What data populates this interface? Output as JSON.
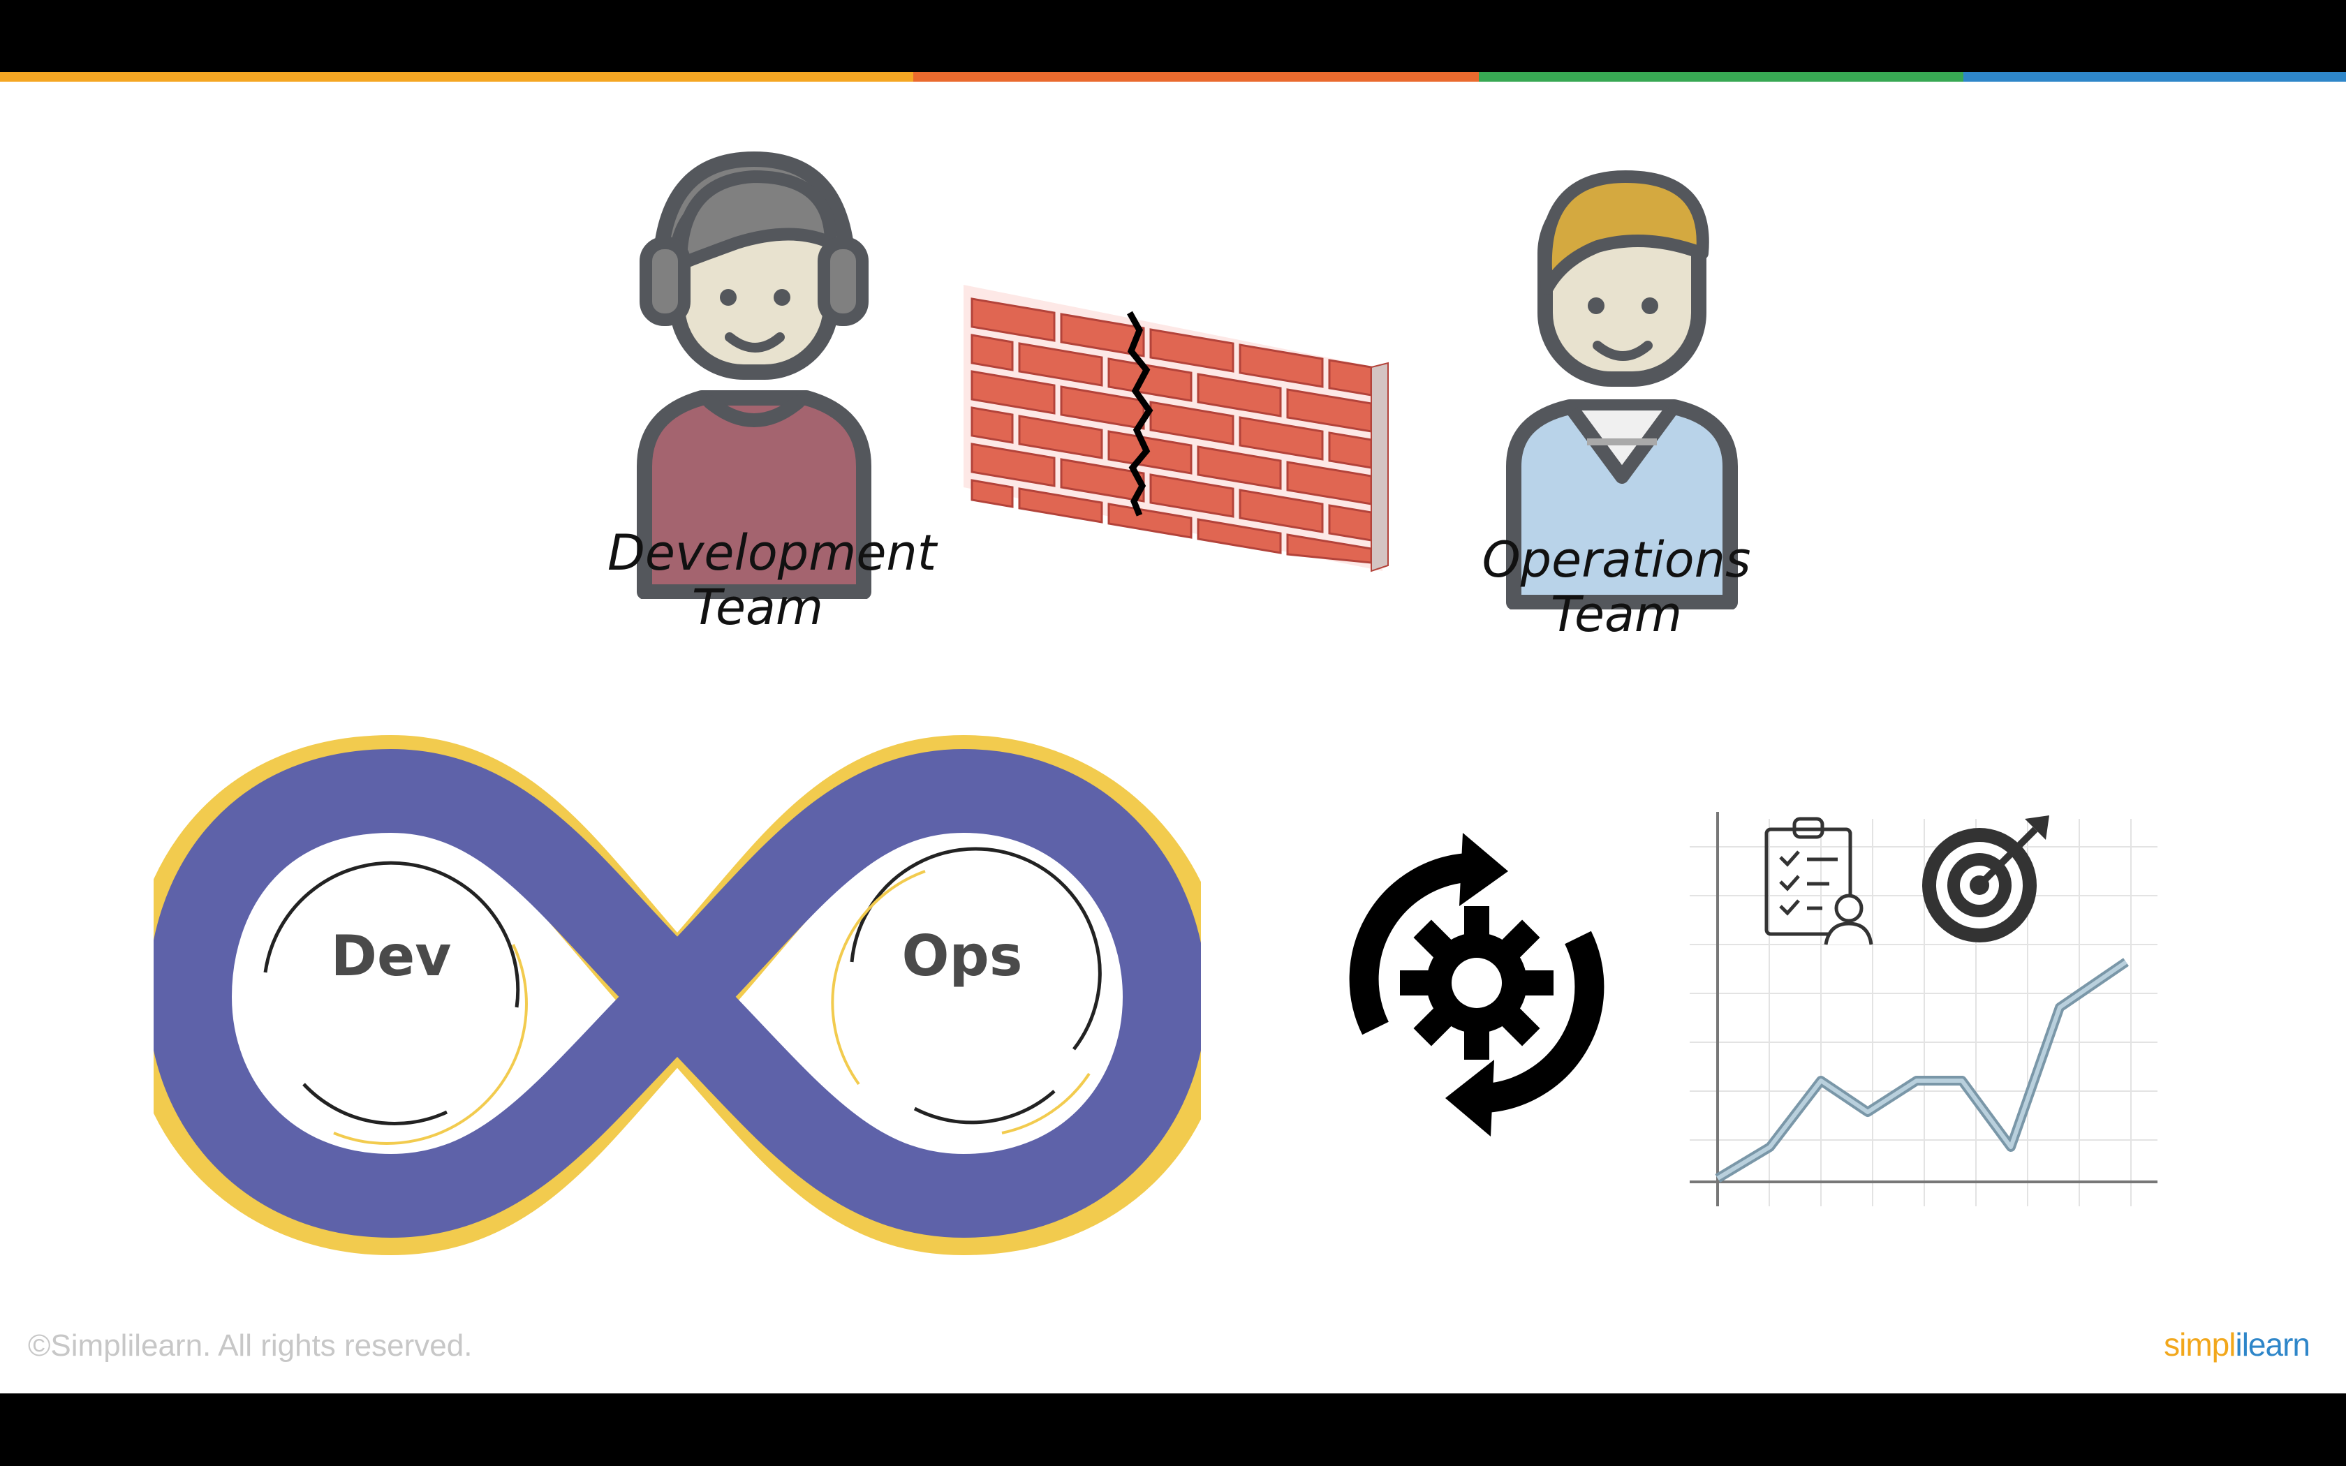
{
  "top_stripe_colors": [
    "#f5a623",
    "#ea6a2e",
    "#38a853",
    "#2e86c9"
  ],
  "teams": {
    "development_label_line1": "Development",
    "development_label_line2": "Team",
    "operations_label_line1": "Operations",
    "operations_label_line2": "Team"
  },
  "infinity": {
    "left_label": "Dev",
    "right_label": "Ops",
    "band_color": "#5e62a9",
    "accent_color": "#f2cb4e"
  },
  "icons": {
    "wall": "cracked-brick-wall-icon",
    "cycle": "gear-refresh-cycle-icon",
    "checklist": "clipboard-checklist-icon",
    "target": "target-dartboard-icon",
    "chart": "growth-line-chart-icon"
  },
  "footer": {
    "copyright": "©Simplilearn. All rights reserved.",
    "brand_part1": "simpl",
    "brand_part2": "ilearn"
  }
}
